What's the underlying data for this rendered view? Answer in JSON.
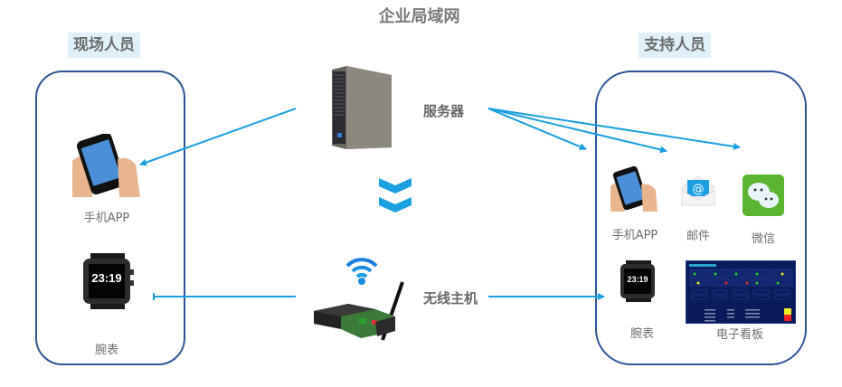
{
  "title": "企业局域网",
  "groups": {
    "field": {
      "label": "现场人员"
    },
    "support": {
      "label": "支持人员"
    }
  },
  "center": {
    "server_label": "服务器",
    "gateway_label": "无线主机"
  },
  "field_devices": [
    {
      "label": "手机APP",
      "icon": "smartphone-icon"
    },
    {
      "label": "腕表",
      "icon": "smartwatch-icon"
    }
  ],
  "support_devices": [
    {
      "label": "手机APP",
      "icon": "smartphone-icon"
    },
    {
      "label": "邮件",
      "icon": "email-icon"
    },
    {
      "label": "微信",
      "icon": "wechat-icon"
    },
    {
      "label": "腕表",
      "icon": "smartwatch-icon"
    },
    {
      "label": "电子看板",
      "icon": "dashboard-icon"
    }
  ],
  "watch_time": "23:19",
  "colors": {
    "arrow": "#1a9fe0",
    "box_border": "#2f5597",
    "label_bg": "#dff0f8",
    "wechat_green": "#5cb531"
  }
}
